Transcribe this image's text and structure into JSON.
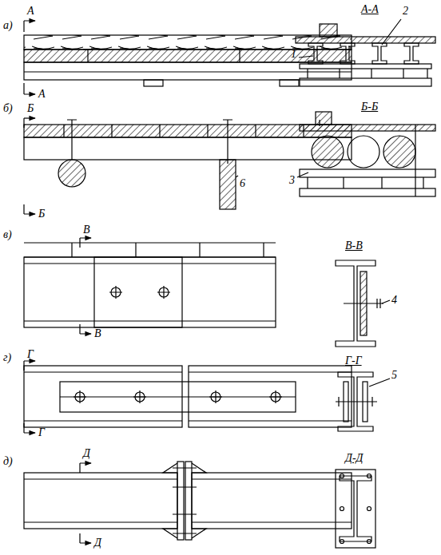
{
  "diagram": {
    "labels": [
      "а)",
      "А",
      "А",
      "А-А",
      "1",
      "2",
      "б)",
      "Б",
      "Б",
      "Б-Б",
      "3",
      "6",
      "в)",
      "В",
      "В",
      "В-В",
      "4",
      "г)",
      "Г",
      "Г",
      "Г-Г",
      "5",
      "д)",
      "Д",
      "Д",
      "Д-Д"
    ]
  }
}
